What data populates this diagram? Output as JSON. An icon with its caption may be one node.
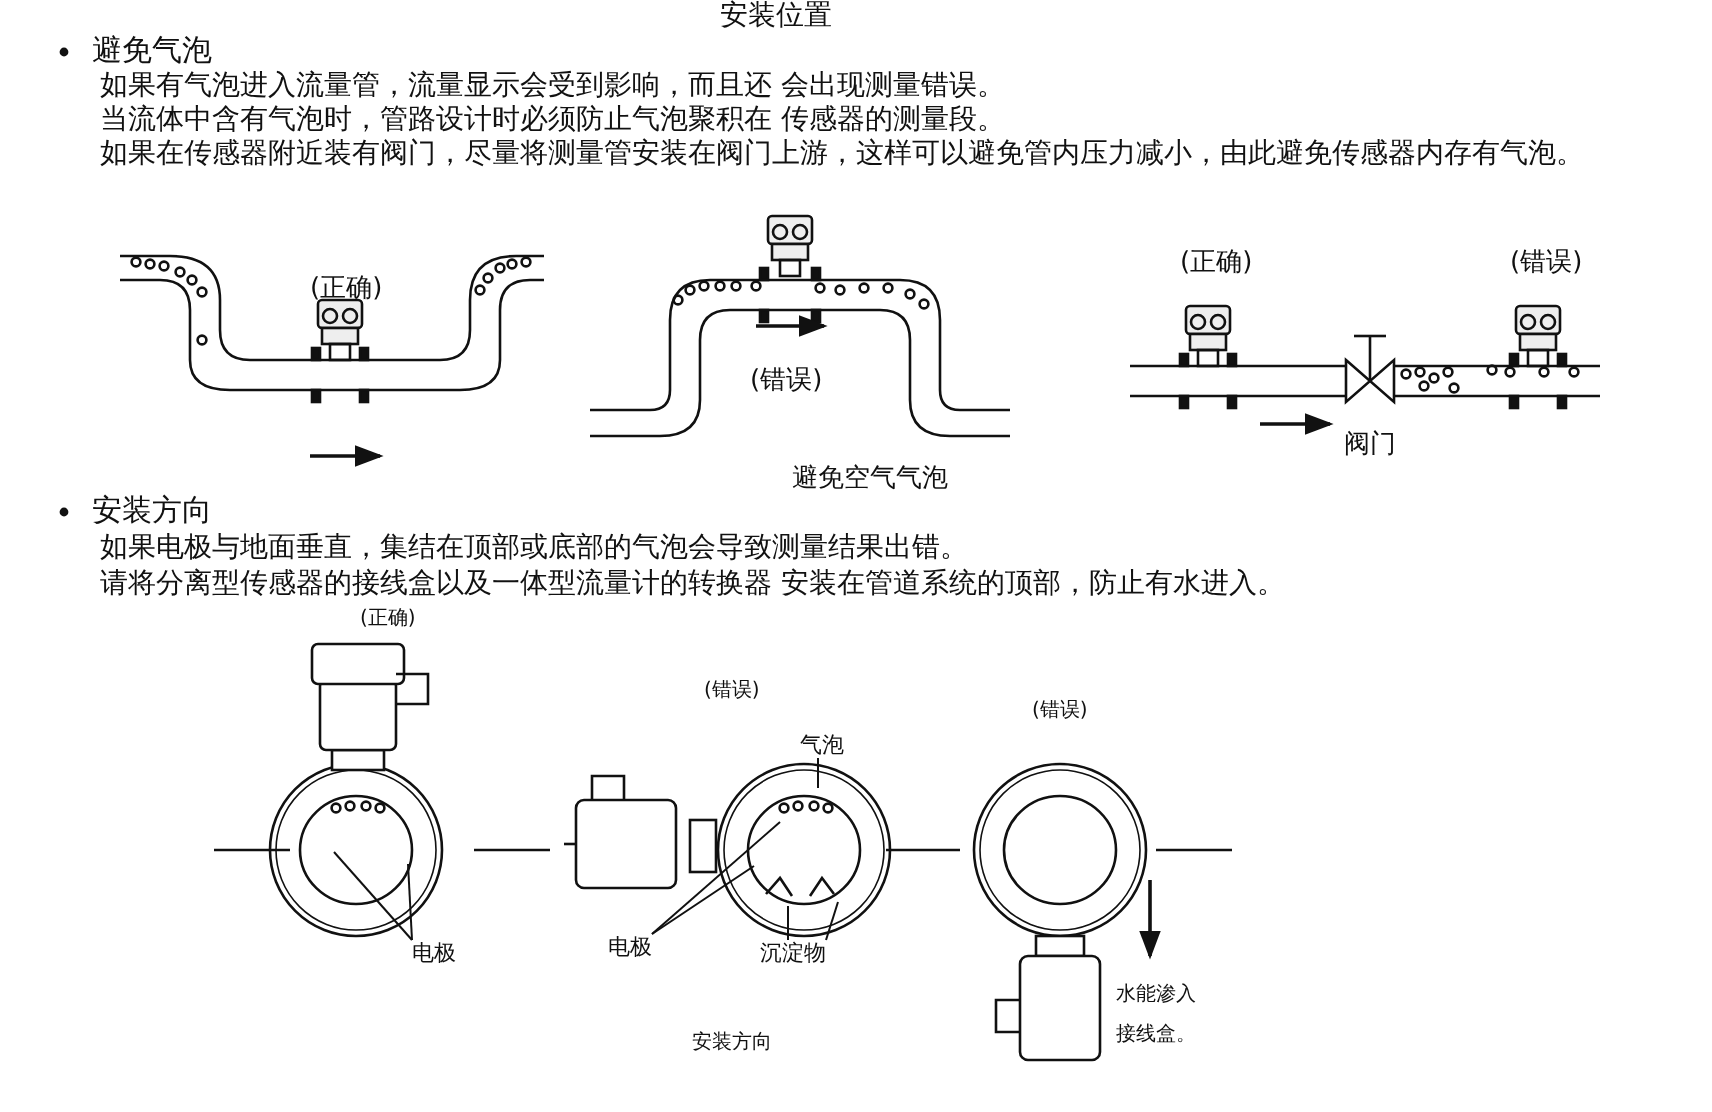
{
  "diagram": {
    "title": "安装位置",
    "nodes": [
      {
        "text": [
          "电极"
        ]
      },
      {
        "text": [
          "电极"
        ]
      },
      {
        "text": [
          "气泡"
        ]
      },
      {
        "text": [
          "沉淀物"
        ]
      }
    ],
    "edges": [
      {
        "from": 0,
        "to": null,
        "arrow": "none"
      },
      {
        "from": 0,
        "to": null,
        "arrow": "none"
      },
      {
        "from": 1,
        "to": null,
        "arrow": "none"
      },
      {
        "from": 1,
        "to": null,
        "arrow": "none"
      },
      {
        "from": 2,
        "to": null,
        "arrow": "none"
      },
      {
        "from": 3,
        "to": null,
        "arrow": "none"
      },
      {
        "from": 3,
        "to": null,
        "arrow": "none"
      }
    ],
    "labels": [
      "避免气泡",
      "如果有气泡进入流量管，流量显示会受到影响，而且还 会出现测量错误。",
      "当流体中含有气泡时，管路设计时必须防止气泡聚积在 传感器的测量段。",
      "如果在传感器附近装有阀门，尽量将测量管安装在阀门上游，这样可以避免管内压力减小，由此避免传感器内存有气泡。",
      "(正确)",
      "(错误)",
      "(正确)",
      "(错误)",
      "阀门",
      "避免空气气泡",
      "安装方向",
      "如果电极与地面垂直，集结在顶部或底部的气泡会导致测量结果出错。",
      "请将分离型传感器的接线盒以及一体型流量计的转换器 安装在管道系统的顶部，防止有水进入。",
      "(正确)",
      "(错误)",
      "(错误)",
      "水能渗入接线盒。",
      "安装方向"
    ]
  }
}
